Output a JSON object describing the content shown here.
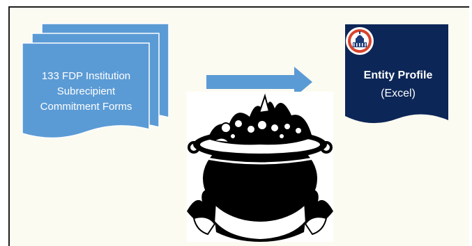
{
  "source_doc": {
    "lines": [
      "133 FDP Institution",
      "Subrecipient",
      "Commitment Forms"
    ],
    "fill": "#5b9bd5"
  },
  "arrow": {
    "fill": "#5b9bd5"
  },
  "cauldron": {
    "icon": "cauldron-icon"
  },
  "entity_doc": {
    "title": "Entity Profile",
    "subtitle": "(Excel)",
    "fill": "#0c2657",
    "seal_icon": "capitol-seal-icon"
  },
  "frame": {
    "background": "#fcfbf1"
  }
}
